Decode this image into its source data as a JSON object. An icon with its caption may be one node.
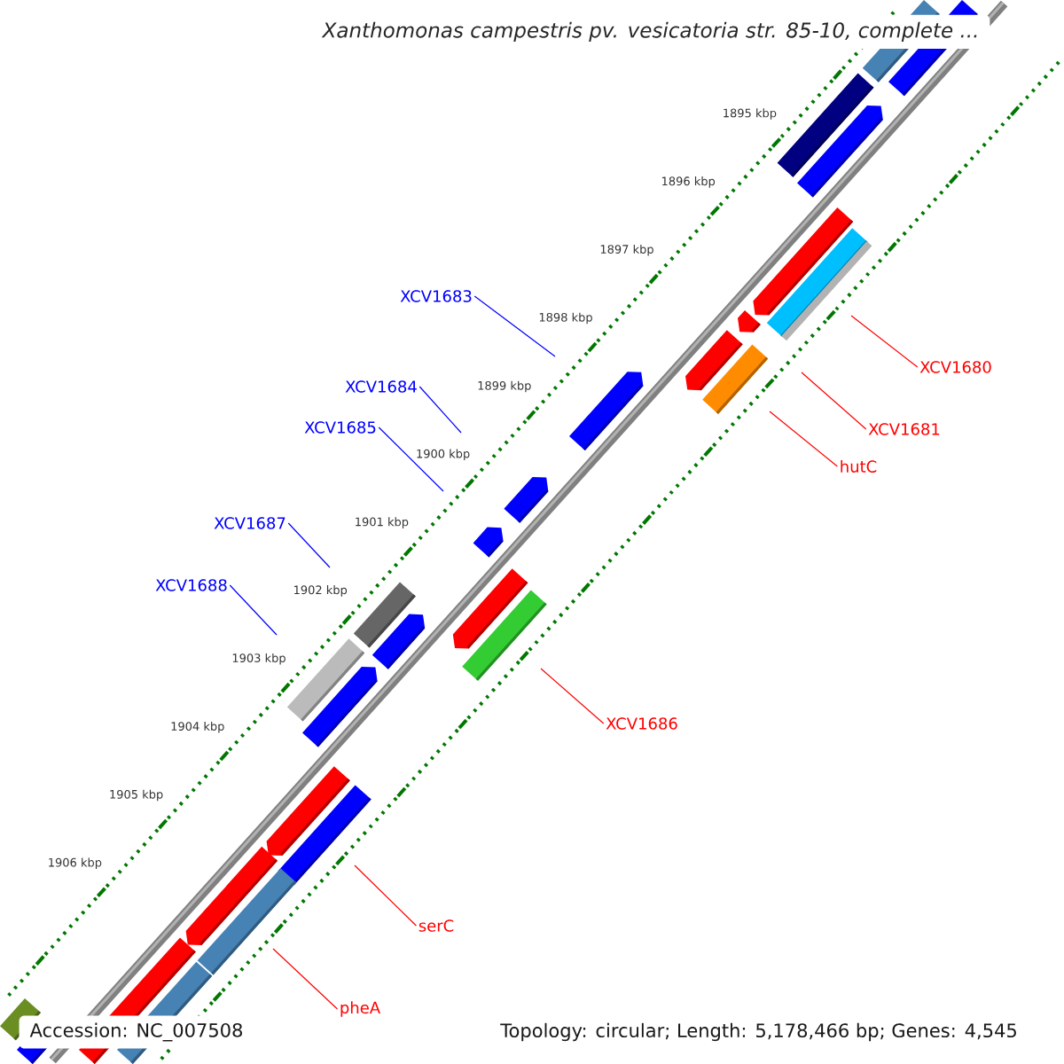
{
  "diagram": {
    "title": "Xanthomonas campestris pv. vesicatoria str. 85-10, complete ...",
    "nodes": [
      {
        "text": [
          "XCV1683"
        ]
      },
      {
        "text": [
          "XCV1680"
        ]
      },
      {
        "text": [
          "XCV1684"
        ]
      },
      {
        "text": [
          "XCV1685"
        ]
      },
      {
        "text": [
          "XCV1681"
        ]
      },
      {
        "text": [
          "hutC"
        ]
      },
      {
        "text": [
          "XCV1687"
        ]
      },
      {
        "text": [
          "XCV1688"
        ]
      },
      {
        "text": [
          "XCV1686"
        ]
      },
      {
        "text": [
          "serC"
        ]
      },
      {
        "text": [
          "pheA"
        ]
      }
    ],
    "edges": [
      {
        "from": 0,
        "to": null,
        "arrow": "none",
        "color": "#0000ff"
      },
      {
        "from": 1,
        "to": null,
        "arrow": "none"
      },
      {
        "from": 2,
        "to": null,
        "arrow": "none",
        "color": "#0000ff"
      },
      {
        "from": 3,
        "to": null,
        "arrow": "none",
        "color": "#0000ff"
      },
      {
        "from": 4,
        "to": null,
        "arrow": "none"
      },
      {
        "from": 5,
        "to": null,
        "arrow": "none"
      },
      {
        "from": 6,
        "to": null,
        "arrow": "none",
        "color": "#0000ff"
      },
      {
        "from": 7,
        "to": null,
        "arrow": "none",
        "color": "#0000ff"
      },
      {
        "from": 8,
        "to": null,
        "arrow": "none"
      },
      {
        "from": 9,
        "to": null,
        "arrow": "none"
      },
      {
        "from": 10,
        "to": null,
        "arrow": "none"
      }
    ],
    "labels": [
      "1895 kbp",
      "1896 kbp",
      "1897 kbp",
      "1898 kbp",
      "1899 kbp",
      "1900 kbp",
      "1901 kbp",
      "1902 kbp",
      "1903 kbp",
      "1904 kbp",
      "1905 kbp",
      "1906 kbp",
      "Accession: NC_007508",
      "Topology: circular; Length: 5,178,466 bp; Genes: 4,545"
    ]
  }
}
